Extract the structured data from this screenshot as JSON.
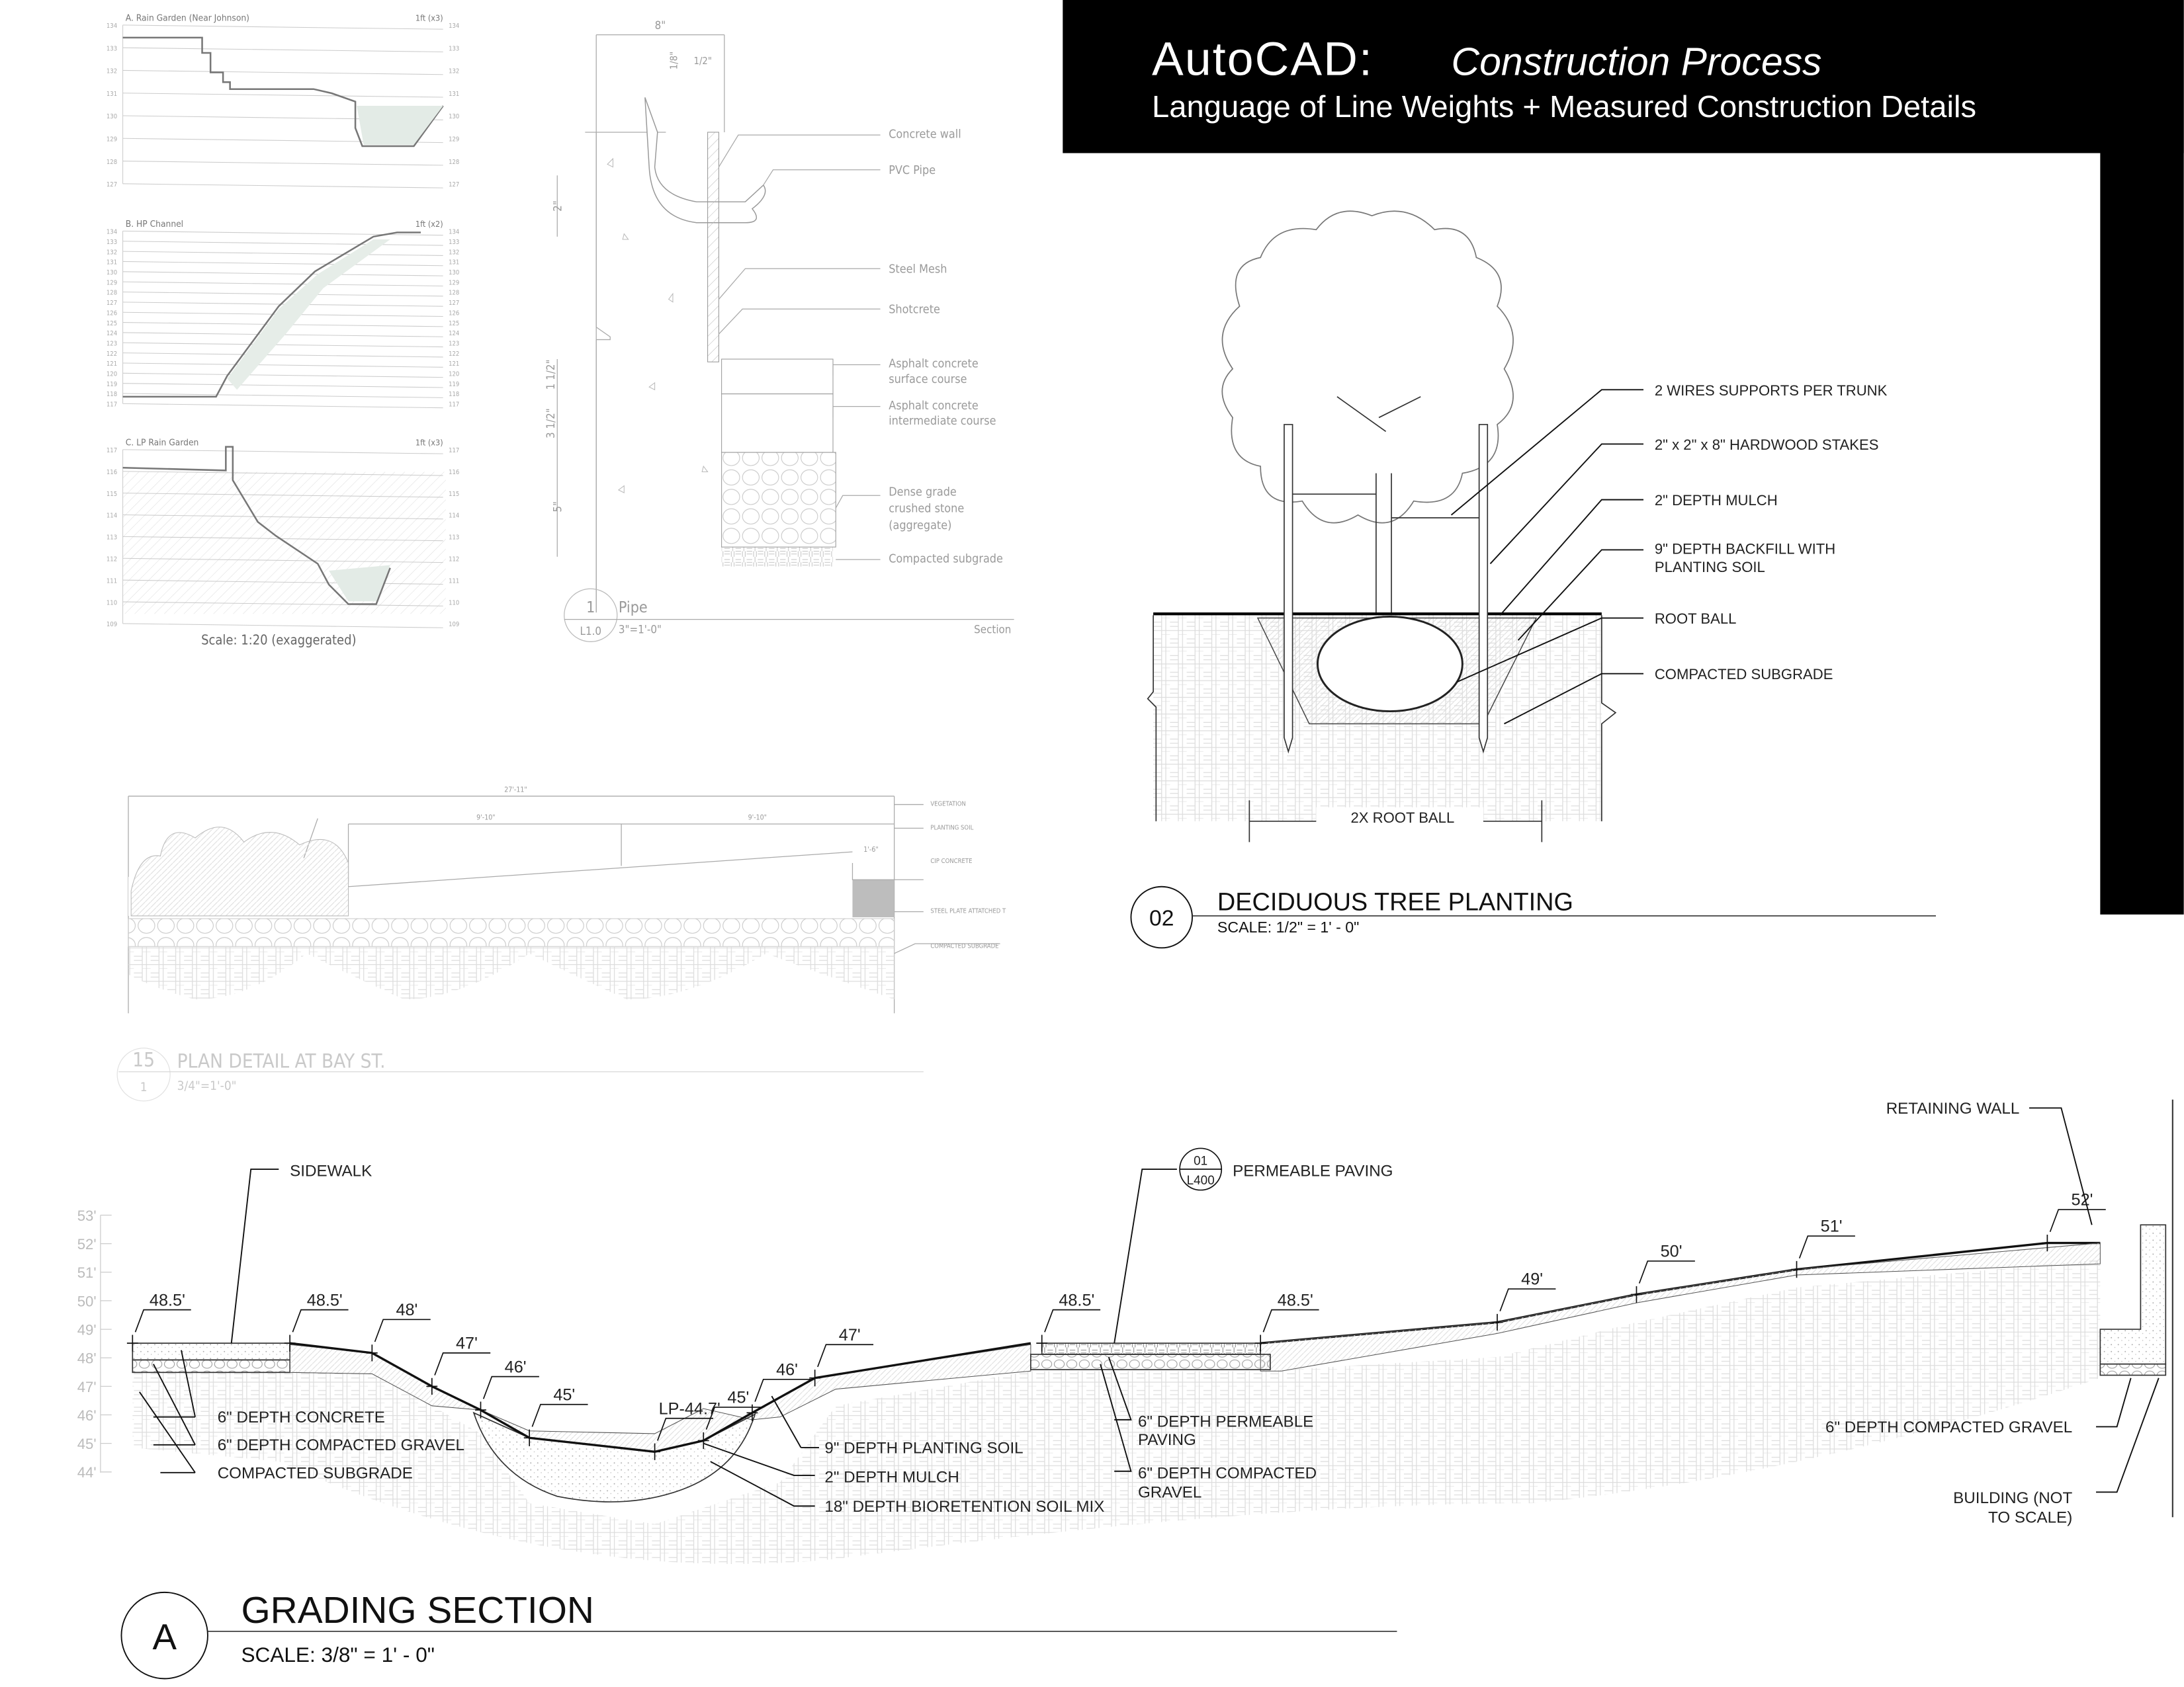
{
  "header": {
    "title_main": "AutoCAD:",
    "title_sub": "Construction Process",
    "subtitle": "Language of Line Weights + Measured Construction Details",
    "background": "#000000",
    "text_color": "#ffffff"
  },
  "rain_gardens": {
    "panels": [
      {
        "title": "A. Rain Garden (Near Johnson)",
        "scale": "1ft (x3)",
        "elevations": [
          "134",
          "133",
          "132",
          "131",
          "130",
          "129",
          "128",
          "127"
        ]
      },
      {
        "title": "B. HP Channel",
        "scale": "1ft (x2)",
        "elevations": [
          "134",
          "133",
          "132",
          "131",
          "130",
          "129",
          "128",
          "127",
          "126",
          "125",
          "124",
          "123",
          "122",
          "121",
          "120",
          "119",
          "118",
          "117"
        ]
      },
      {
        "title": "C. LP Rain Garden",
        "scale": "1ft (x3)",
        "elevations": [
          "117",
          "116",
          "115",
          "114",
          "113",
          "112",
          "111",
          "110",
          "109"
        ]
      }
    ],
    "scale_note": "Scale: 1:20 (exaggerated)"
  },
  "pipe_detail": {
    "dims": {
      "width": "8\"",
      "a": "1/8\"",
      "b": "1/2\"",
      "c": "2\"",
      "d": "1 1/2\"",
      "e": "3 1/2\"",
      "f": "5\""
    },
    "labels": [
      "Concrete wall",
      "PVC Pipe",
      "Steel Mesh",
      "Shotcrete",
      "Asphalt concrete",
      "surface course",
      "Asphalt concrete",
      "intermediate course",
      "Dense grade",
      "crushed stone",
      "(aggregate)",
      "Compacted subgrade"
    ],
    "number": "1",
    "sheet": "L1.0",
    "name": "Pipe",
    "scale": "3\"=1'-0\"",
    "type": "Section"
  },
  "bay_detail": {
    "dims": {
      "overall": "27'-11\"",
      "left": "9'-10\"",
      "right": "9'-10\"",
      "curb": "1'-6\""
    },
    "labels": [
      "VEGETATION",
      "PLANTING SOIL",
      "CIP CONCRETE",
      "STEEL PLATE ATTATCHED T",
      "COMPACTED SUBGRADE"
    ],
    "number": "15",
    "sheet": "1",
    "name": "PLAN DETAIL AT BAY ST.",
    "scale": "3/4\"=1'-0\""
  },
  "tree_detail": {
    "labels": [
      "2 WIRES SUPPORTS PER TRUNK",
      "2\" x 2\" x 8\" HARDWOOD STAKES",
      "2\" DEPTH MULCH",
      "9\" DEPTH BACKFILL WITH",
      "PLANTING SOIL",
      "ROOT BALL",
      "COMPACTED SUBGRADE"
    ],
    "dimension": "2X ROOT BALL",
    "number": "02",
    "name": "DECIDUOUS TREE PLANTING",
    "scale": "SCALE:   1/2\" = 1' - 0\""
  },
  "grading_section": {
    "elevation_axis": [
      "53'",
      "52'",
      "51'",
      "50'",
      "49'",
      "48'",
      "47'",
      "46'",
      "45'",
      "44'"
    ],
    "spot_elevations": [
      "48.5'",
      "48.5'",
      "48'",
      "47'",
      "46'",
      "45'",
      "LP-44.7'",
      "45'",
      "46'",
      "47'",
      "48.5'",
      "48.5'",
      "49'",
      "50'",
      "51'",
      "52'"
    ],
    "labels": {
      "sidewalk": "SIDEWALK",
      "concrete": "6\" DEPTH CONCRETE",
      "gravel": "6\" DEPTH COMPACTED GRAVEL",
      "subgrade": "COMPACTED SUBGRADE",
      "planting_soil": "9\" DEPTH PLANTING SOIL",
      "mulch": "2\" DEPTH MULCH",
      "bioretention": "18\" DEPTH BIORETENTION SOIL MIX",
      "ref_top": "01",
      "ref_bottom": "L400",
      "permeable": "PERMEABLE PAVING",
      "perm_depth_1": "6\" DEPTH PERMEABLE",
      "perm_depth_2": "PAVING",
      "perm_gravel_1": "6\" DEPTH COMPACTED",
      "perm_gravel_2": "GRAVEL",
      "retaining_wall": "RETAINING WALL",
      "wall_gravel": "6\" DEPTH COMPACTED GRAVEL",
      "building_1": "BUILDING (NOT",
      "building_2": "TO SCALE)"
    },
    "number": "A",
    "name": "GRADING SECTION",
    "scale": "SCALE:   3/8\" = 1' - 0\""
  }
}
